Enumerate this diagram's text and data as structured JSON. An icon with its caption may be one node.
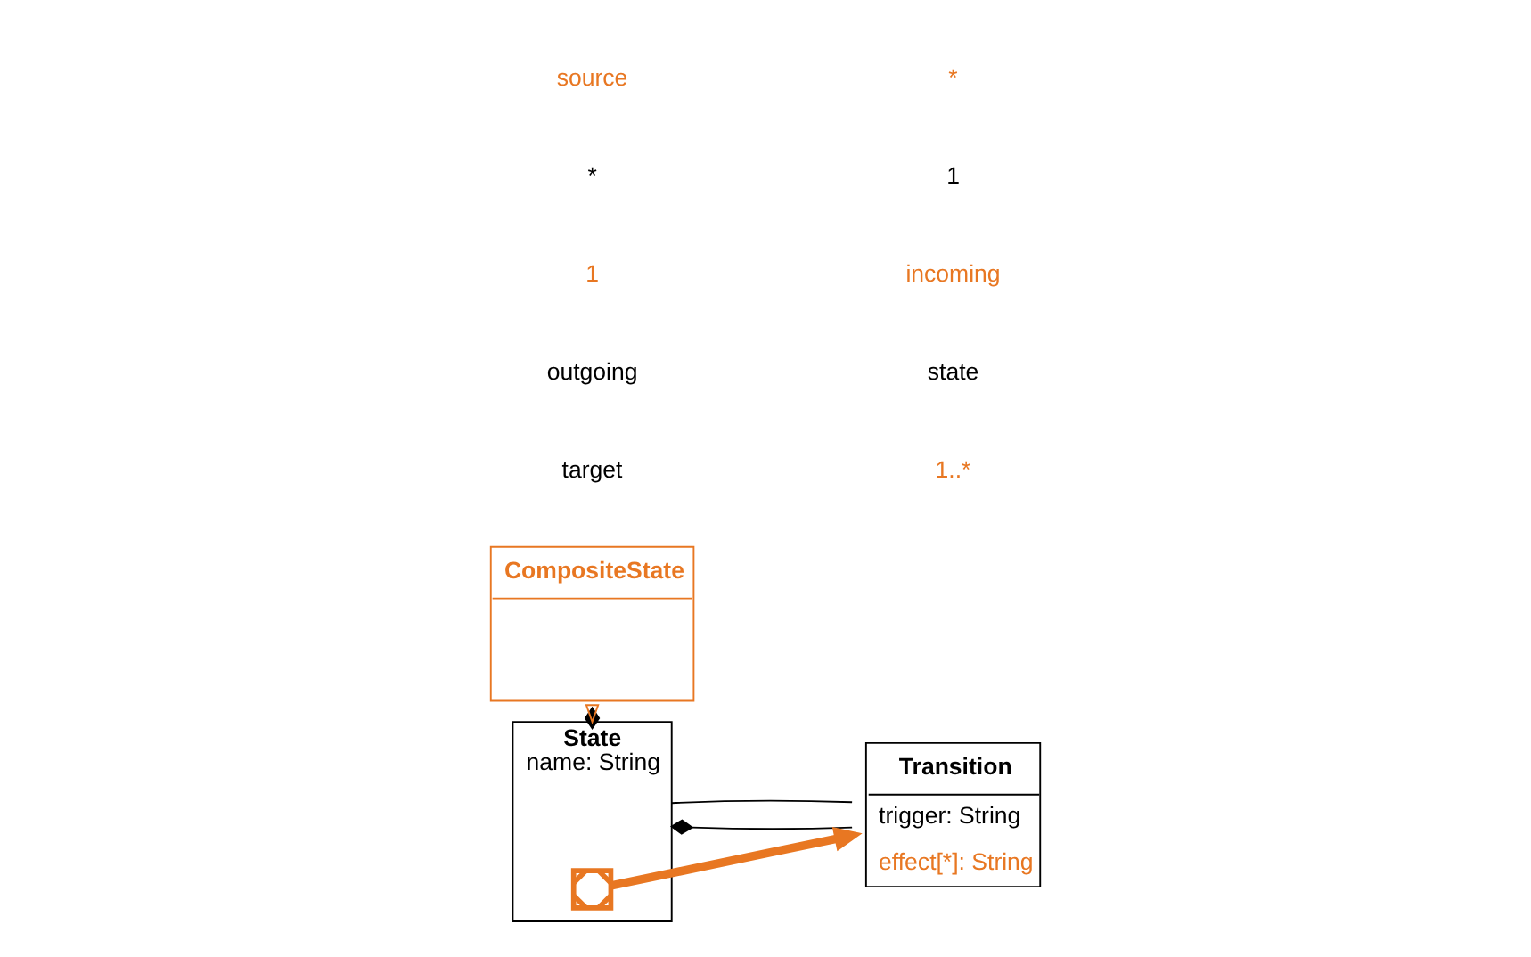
{
  "diagram": {
    "nodes": [
      {
        "text": [
          "State",
          "name: String"
        ]
      },
      {
        "text": [],
        "shape": "cross",
        "in": 0
      },
      {
        "text": [
          "Transition",
          "trigger: String",
          "effect[*]: String"
        ]
      },
      {
        "text": [
          "CompositeState"
        ]
      }
    ],
    "edges": [
      {
        "from": 0,
        "to": 2,
        "arrow": "other"
      },
      {
        "from": 0,
        "to": 2,
        "arrow": "none"
      },
      {
        "from": 0,
        "to": 3,
        "arrow": "other"
      },
      {
        "from": 3,
        "to": 0,
        "arrow": "to",
        "color": "#e87722"
      },
      {
        "from": 1,
        "to": 2,
        "arrow": "to",
        "style": "thick",
        "color": "#e87722"
      }
    ],
    "labels": [
      "source",
      "*",
      "1",
      "outgoing",
      "target",
      "*",
      "1",
      "incoming",
      "state",
      "1..*"
    ]
  }
}
